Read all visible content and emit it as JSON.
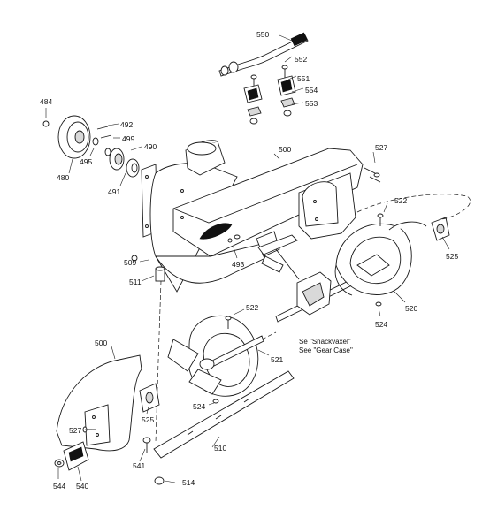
{
  "labels": {
    "p550": "550",
    "p552": "552",
    "p551": "551",
    "p554": "554",
    "p553": "553",
    "p484": "484",
    "p492": "492",
    "p499": "499",
    "p490": "490",
    "p495": "495",
    "p480": "480",
    "p491": "491",
    "p500_top": "500",
    "p527_top": "527",
    "p522_top": "522",
    "p509": "509",
    "p493": "493",
    "p511": "511",
    "p525_right": "525",
    "p520": "520",
    "p524_right": "524",
    "p522_mid": "522",
    "p521": "521",
    "p500_left": "500",
    "p525_left": "525",
    "p524_mid": "524",
    "p527_left": "527",
    "p510": "510",
    "p541": "541",
    "p544": "544",
    "p540": "540",
    "p514": "514"
  },
  "note": {
    "swedish": "Se \"Snäckväxel\"",
    "english": "See \"Gear Case\""
  }
}
